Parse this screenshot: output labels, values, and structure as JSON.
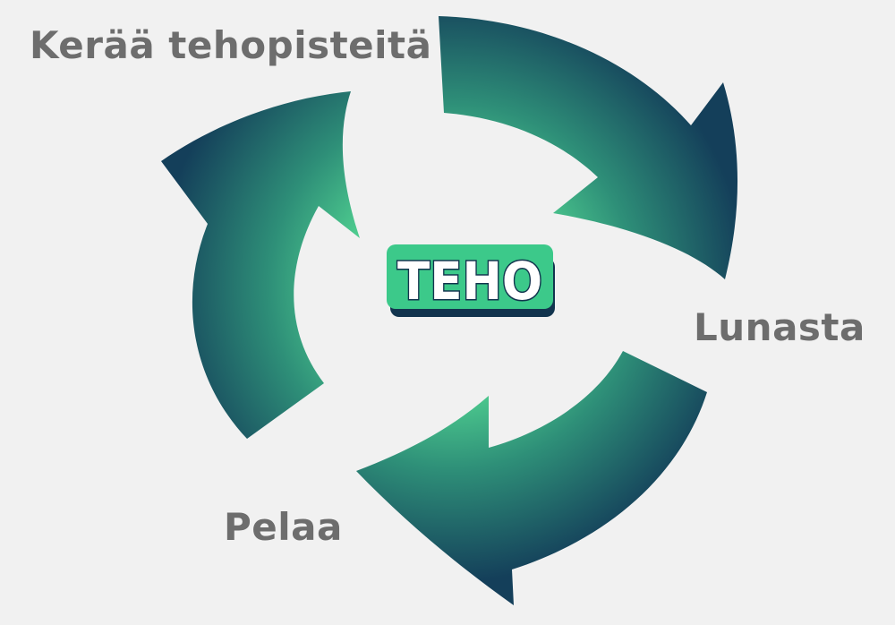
{
  "diagram": {
    "steps": [
      {
        "id": "collect",
        "label": "Kerää tehopisteitä"
      },
      {
        "id": "redeem",
        "label": "Lunasta"
      },
      {
        "id": "play",
        "label": "Pelaa"
      }
    ],
    "center_logo": {
      "text": "TEHO"
    }
  },
  "colors": {
    "background": "#f1f1f1",
    "arrow_light": "#52d492",
    "arrow_mid": "#2e8f78",
    "arrow_dark": "#143f5a",
    "label_text": "#6d6d6d",
    "logo_face": "#ffffff",
    "logo_outline": "#3cc98a",
    "logo_shadow": "#12344e"
  }
}
